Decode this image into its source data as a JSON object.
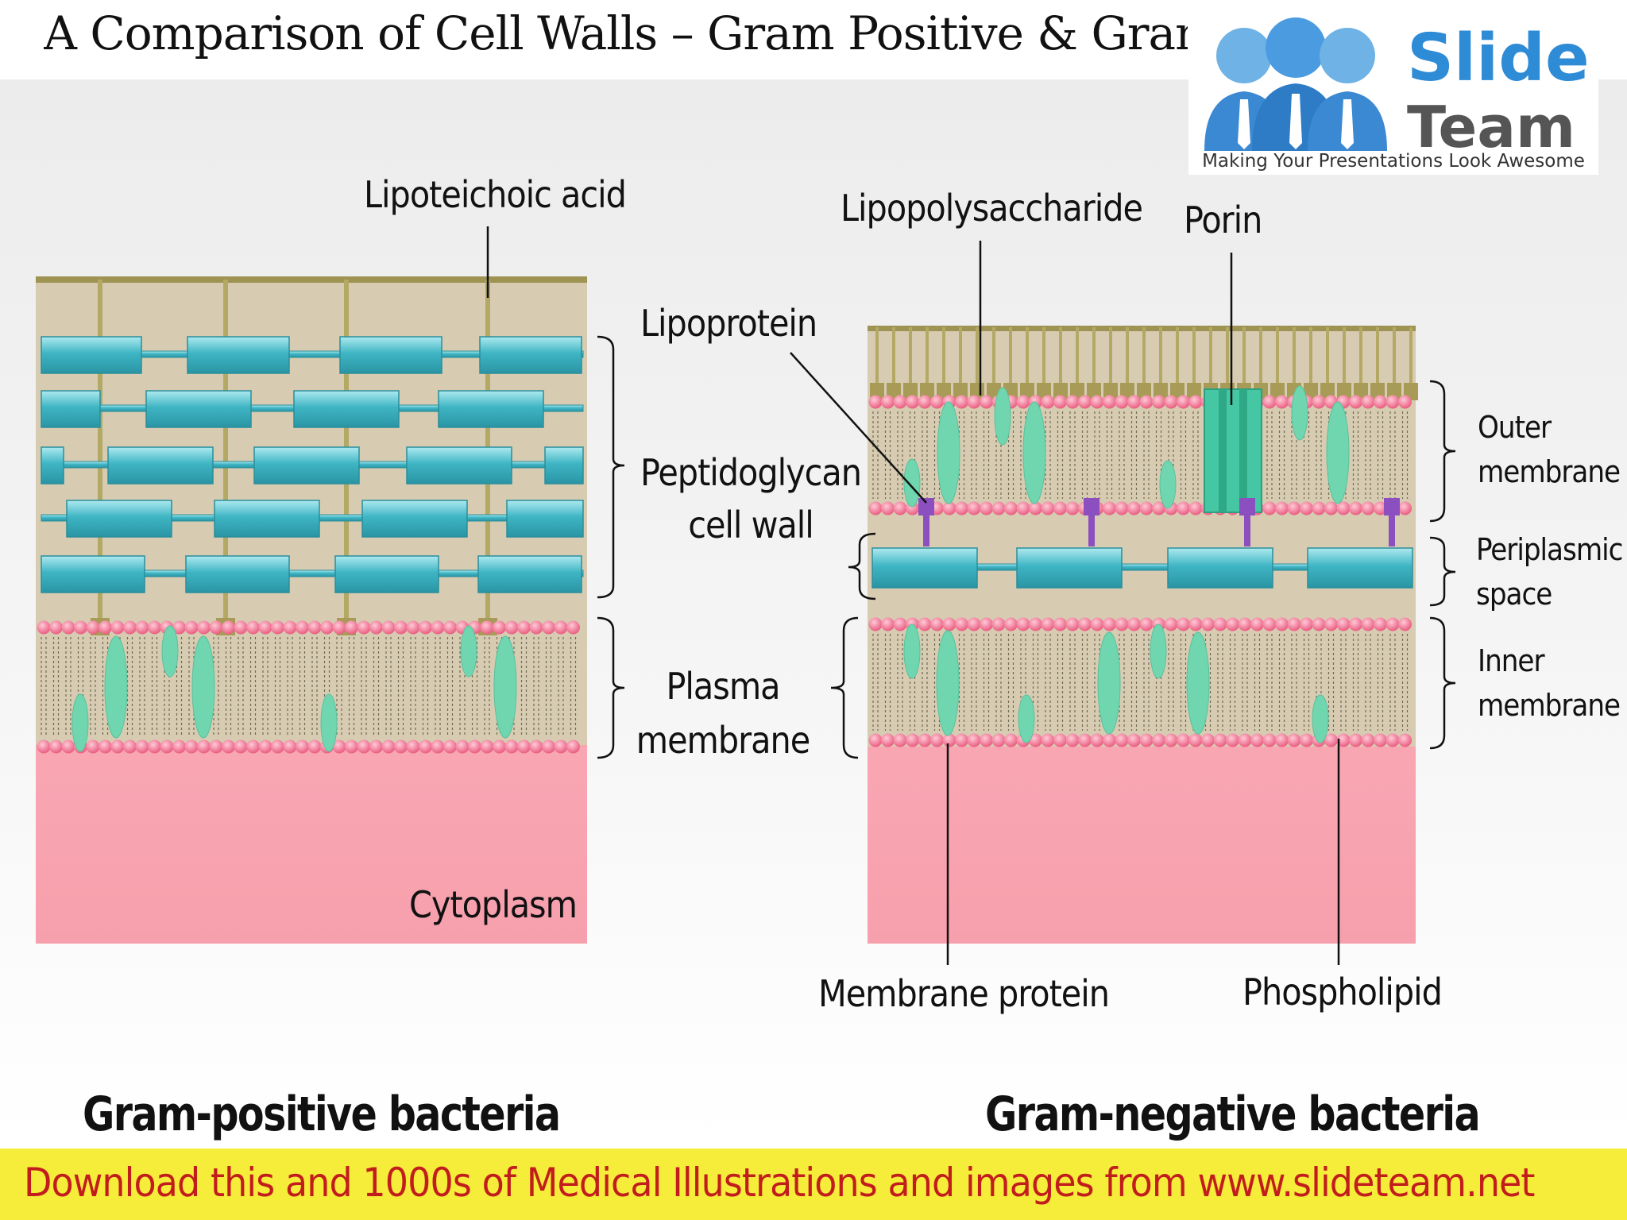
{
  "title": "A Comparison of Cell Walls – Gram Positive & Gram Negative",
  "logo": {
    "word1": "Slide",
    "word2": "Team",
    "tagline": "Making Your Presentations Look Awesome"
  },
  "labels": {
    "lipoteichoic_acid": "Lipoteichoic acid",
    "lipopolysaccharide": "Lipopolysaccharide",
    "porin": "Porin",
    "lipoprotein": "Lipoprotein",
    "peptidoglycan_line1": "Peptidoglycan",
    "peptidoglycan_line2": "cell wall",
    "plasma_line1": "Plasma",
    "plasma_line2": "membrane",
    "cytoplasm": "Cytoplasm",
    "outer_line1": "Outer",
    "outer_line2": "membrane",
    "periplasmic_line1": "Periplasmic",
    "periplasmic_line2": "space",
    "inner_line1": "Inner",
    "inner_line2": "membrane",
    "membrane_protein": "Membrane protein",
    "phospholipid": "Phospholipid"
  },
  "captions": {
    "gram_positive": "Gram-positive bacteria",
    "gram_negative": "Gram-negative bacteria"
  },
  "footer": "Download this and 1000s of Medical Illustrations and images from www.slideteam.net",
  "colors": {
    "background_panel": "#d9cdb0",
    "peptidoglycan": "#49bcc9",
    "membrane_protein": "#6fd6b0",
    "phospholipid_head": "#ef6b8c",
    "cytoplasm": "#f7a9b4",
    "lipoprotein": "#8b4fbf",
    "lps": "#a89b57",
    "footer_bg": "#f6ec3a",
    "footer_text": "#c21d1d",
    "logo_blue": "#2e8bd6"
  }
}
